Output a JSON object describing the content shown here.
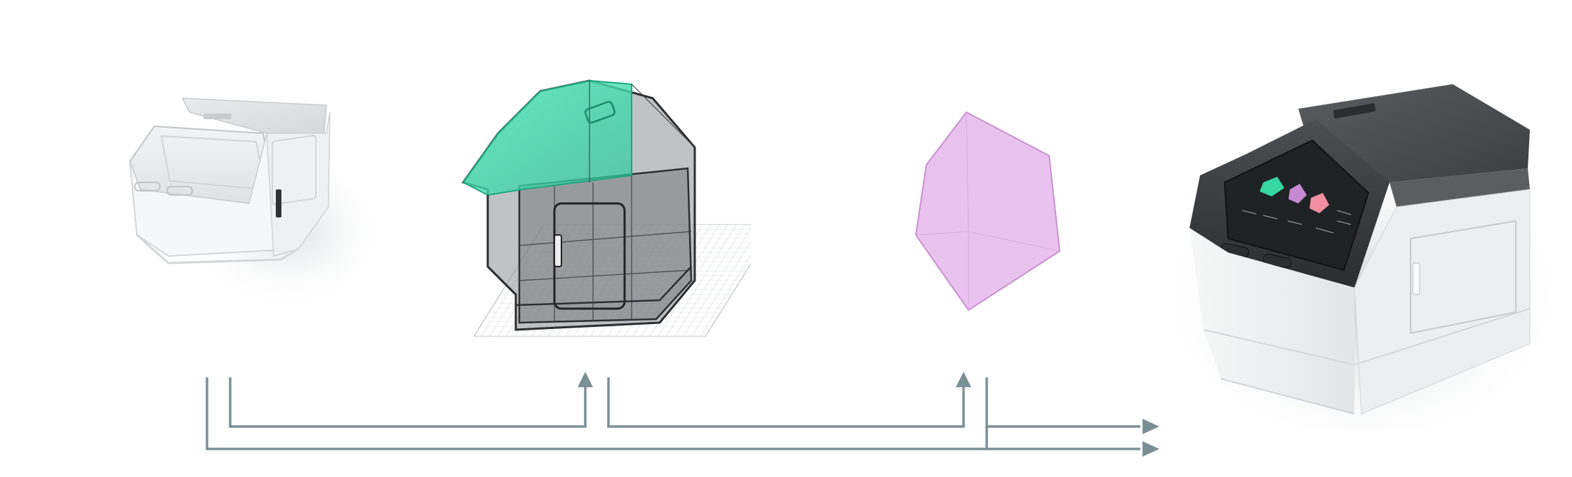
{
  "colors": {
    "arrow": "#7b8f96",
    "accent_teal": "#3fe0b0",
    "accent_pink": "#e6b7ec",
    "device_dark": "#4a4d50",
    "device_light": "#f4f5f6"
  },
  "stages": [
    {
      "id": "sketch",
      "icon": "hand-sketch-device-icon"
    },
    {
      "id": "wireframe",
      "icon": "wireframe-cad-model-icon"
    },
    {
      "id": "color-material",
      "icon": "pink-hexagon-icon"
    },
    {
      "id": "final-render",
      "icon": "rendered-device-icon"
    }
  ]
}
